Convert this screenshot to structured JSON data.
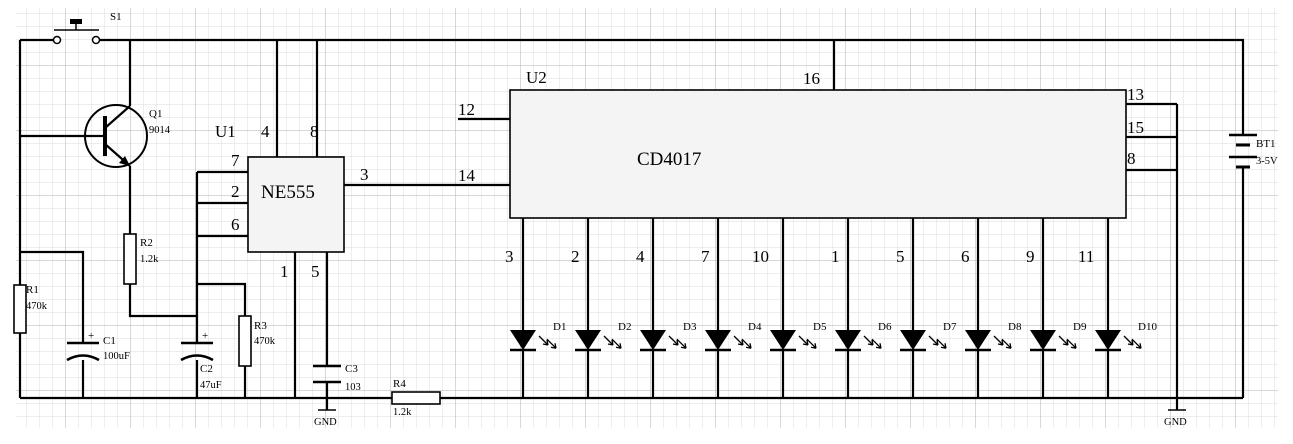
{
  "chips": {
    "u1": {
      "ref": "U1",
      "name": "NE555",
      "pins": {
        "p4": "4",
        "p8": "8",
        "p7": "7",
        "p2": "2",
        "p6": "6",
        "p3": "3",
        "p1": "1",
        "p5": "5"
      }
    },
    "u2": {
      "ref": "U2",
      "name": "CD4017",
      "pins": {
        "p12": "12",
        "p14": "14",
        "p16": "16",
        "p13": "13",
        "p15": "15",
        "p8": "8"
      },
      "outputs": [
        "3",
        "2",
        "4",
        "7",
        "10",
        "1",
        "5",
        "6",
        "9",
        "11"
      ]
    }
  },
  "leds": [
    "D1",
    "D2",
    "D3",
    "D4",
    "D5",
    "D6",
    "D7",
    "D8",
    "D9",
    "D10"
  ],
  "parts": {
    "s1": {
      "ref": "S1"
    },
    "q1": {
      "ref": "Q1",
      "value": "9014"
    },
    "r1": {
      "ref": "R1",
      "value": "470k"
    },
    "r2": {
      "ref": "R2",
      "value": "1.2k"
    },
    "r3": {
      "ref": "R3",
      "value": "470k"
    },
    "r4": {
      "ref": "R4",
      "value": "1.2k"
    },
    "c1": {
      "ref": "C1",
      "value": "100uF"
    },
    "c2": {
      "ref": "C2",
      "value": "47uF"
    },
    "c3": {
      "ref": "C3",
      "value": "103"
    },
    "bt1": {
      "ref": "BT1",
      "value": "3-5V"
    },
    "plus": "+"
  },
  "ground": {
    "label": "GND"
  }
}
